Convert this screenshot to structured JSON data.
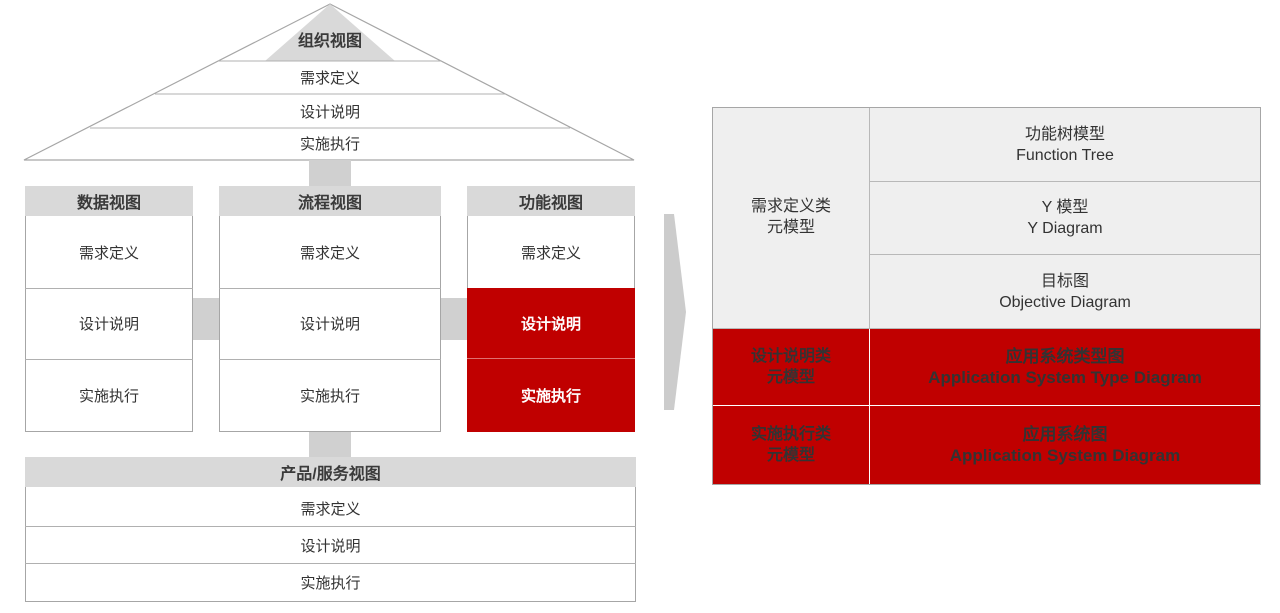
{
  "roof": {
    "title": "组织视图",
    "rows": [
      "需求定义",
      "设计说明",
      "实施执行"
    ]
  },
  "columns": [
    {
      "title": "数据视图",
      "rows": [
        "需求定义",
        "设计说明",
        "实施执行"
      ]
    },
    {
      "title": "流程视图",
      "rows": [
        "需求定义",
        "设计说明",
        "实施执行"
      ]
    },
    {
      "title": "功能视图",
      "rows": [
        "需求定义",
        "设计说明",
        "实施执行"
      ]
    }
  ],
  "base": {
    "title": "产品/服务视图",
    "rows": [
      "需求定义",
      "设计说明",
      "实施执行"
    ]
  },
  "meta_table": {
    "groups": [
      {
        "label_line1": "需求定义类",
        "label_line2": "元模型",
        "items": [
          {
            "cn": "功能树模型",
            "en": "Function Tree"
          },
          {
            "cn": "Y 模型",
            "en": "Y Diagram"
          },
          {
            "cn": "目标图",
            "en": "Objective Diagram"
          }
        ]
      },
      {
        "label_line1": "设计说明类",
        "label_line2": "元模型",
        "items": [
          {
            "cn": "应用系统类型图",
            "en": "Application System Type Diagram"
          }
        ]
      },
      {
        "label_line1": "实施执行类",
        "label_line2": "元模型",
        "items": [
          {
            "cn": "应用系统图",
            "en": "Application System Diagram"
          }
        ]
      }
    ]
  },
  "colors": {
    "highlight": "#c00000",
    "header_gray": "#d9d9d9",
    "light_gray": "#efefef",
    "border": "#a6a6a6"
  }
}
